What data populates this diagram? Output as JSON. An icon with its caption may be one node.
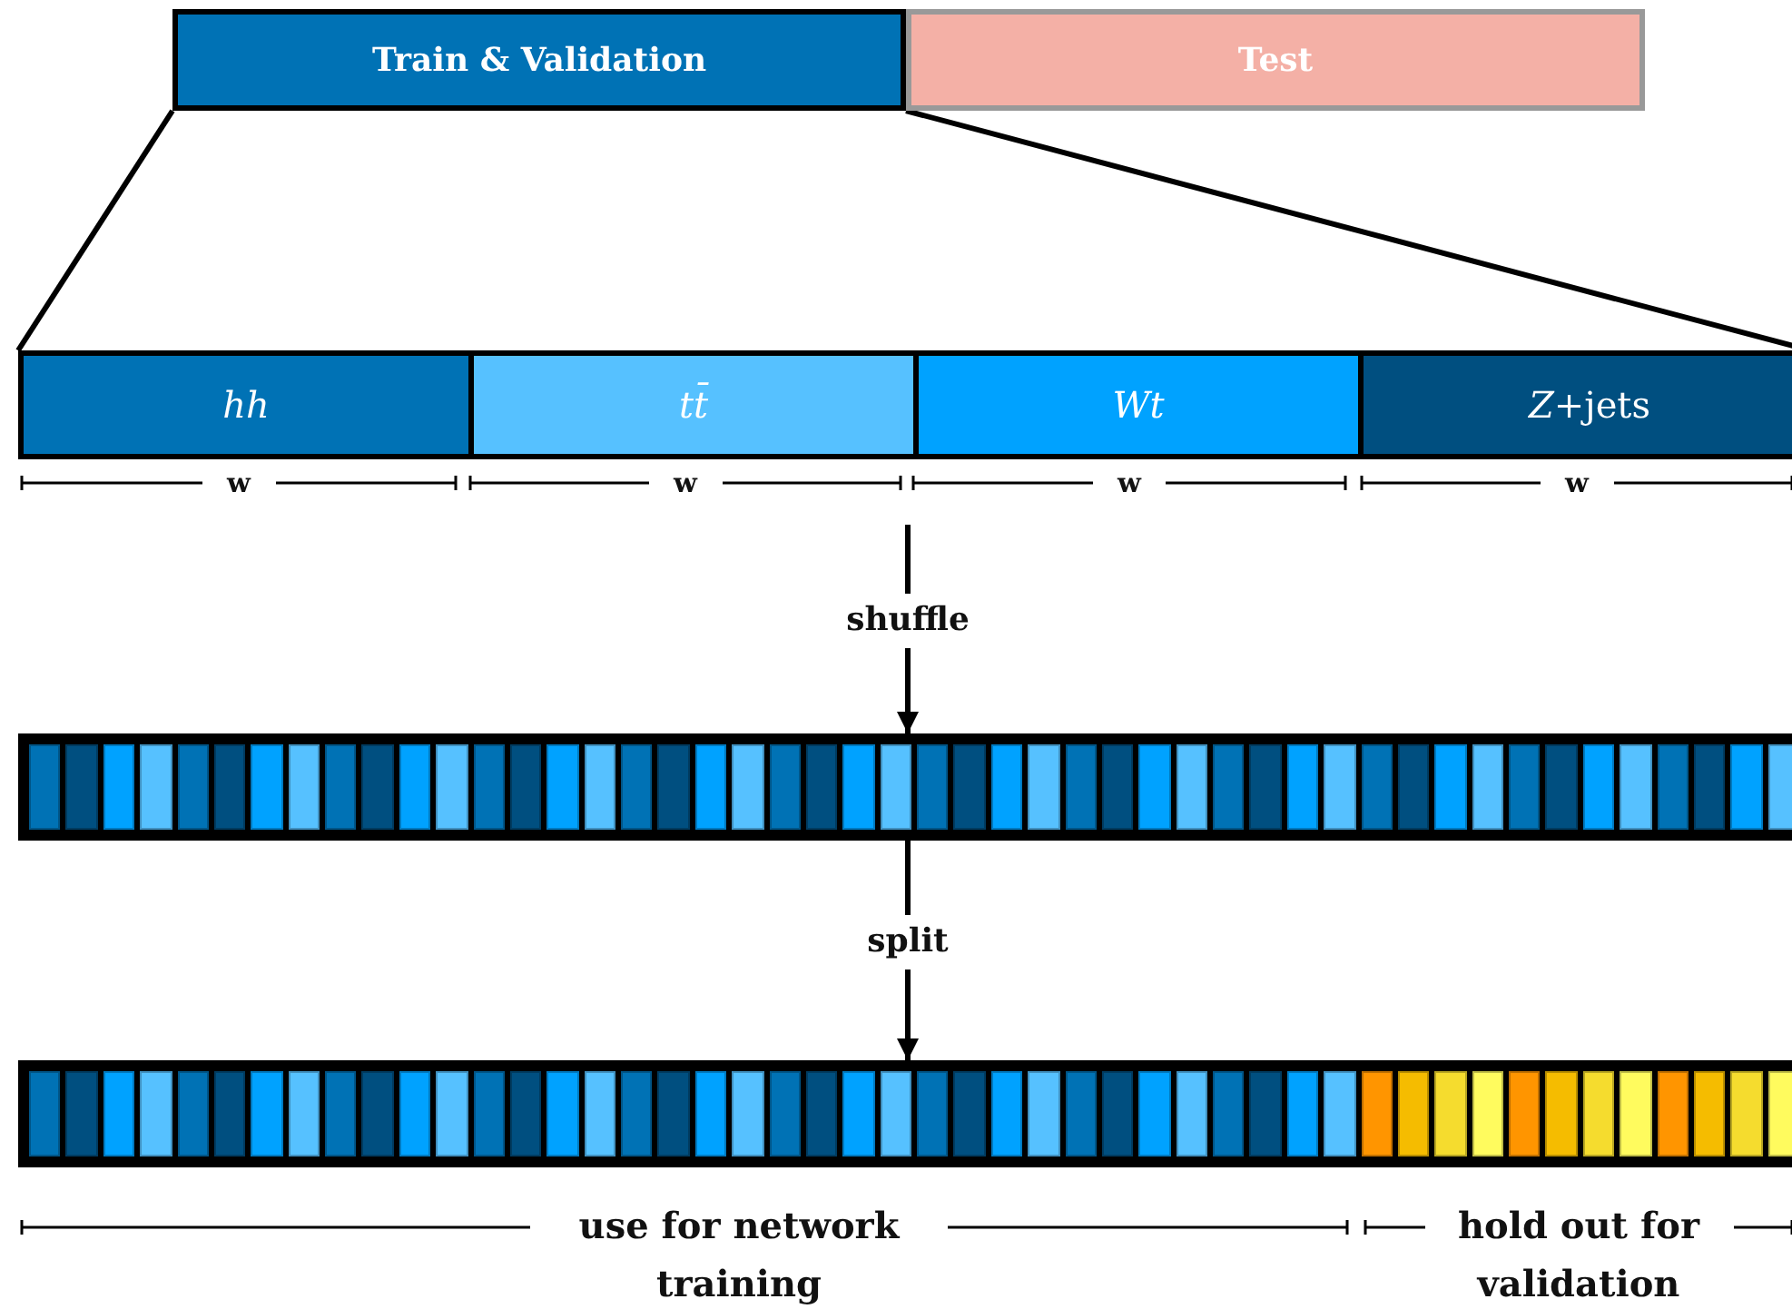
{
  "diagram": {
    "nodes": [
      {
        "text": [
          "Train & Validation"
        ]
      },
      {
        "text": [
          "Test"
        ]
      },
      {
        "text": [],
        "shape": "bar"
      },
      {
        "text": [
          "*hh*"
        ],
        "in": 2
      },
      {
        "text": [
          "*tt̄*"
        ],
        "in": 2
      },
      {
        "text": [
          "*Wt*"
        ],
        "in": 2
      },
      {
        "text": [
          "*Z*+jets"
        ],
        "in": 2
      },
      {
        "text": [],
        "shape": "bar"
      },
      {
        "text": [],
        "shape": "bar"
      }
    ],
    "edges": [
      {
        "from": 0,
        "to": 2,
        "arrow": "none"
      },
      {
        "from": 0,
        "to": 2,
        "arrow": "none"
      },
      {
        "from": 2,
        "to": 7,
        "arrow": "to",
        "label": "shuffle"
      },
      {
        "from": 7,
        "to": 8,
        "arrow": "to",
        "label": "split"
      }
    ],
    "labels": [
      "w",
      "w",
      "w",
      "w",
      "use for network training",
      "hold out for validation"
    ]
  }
}
